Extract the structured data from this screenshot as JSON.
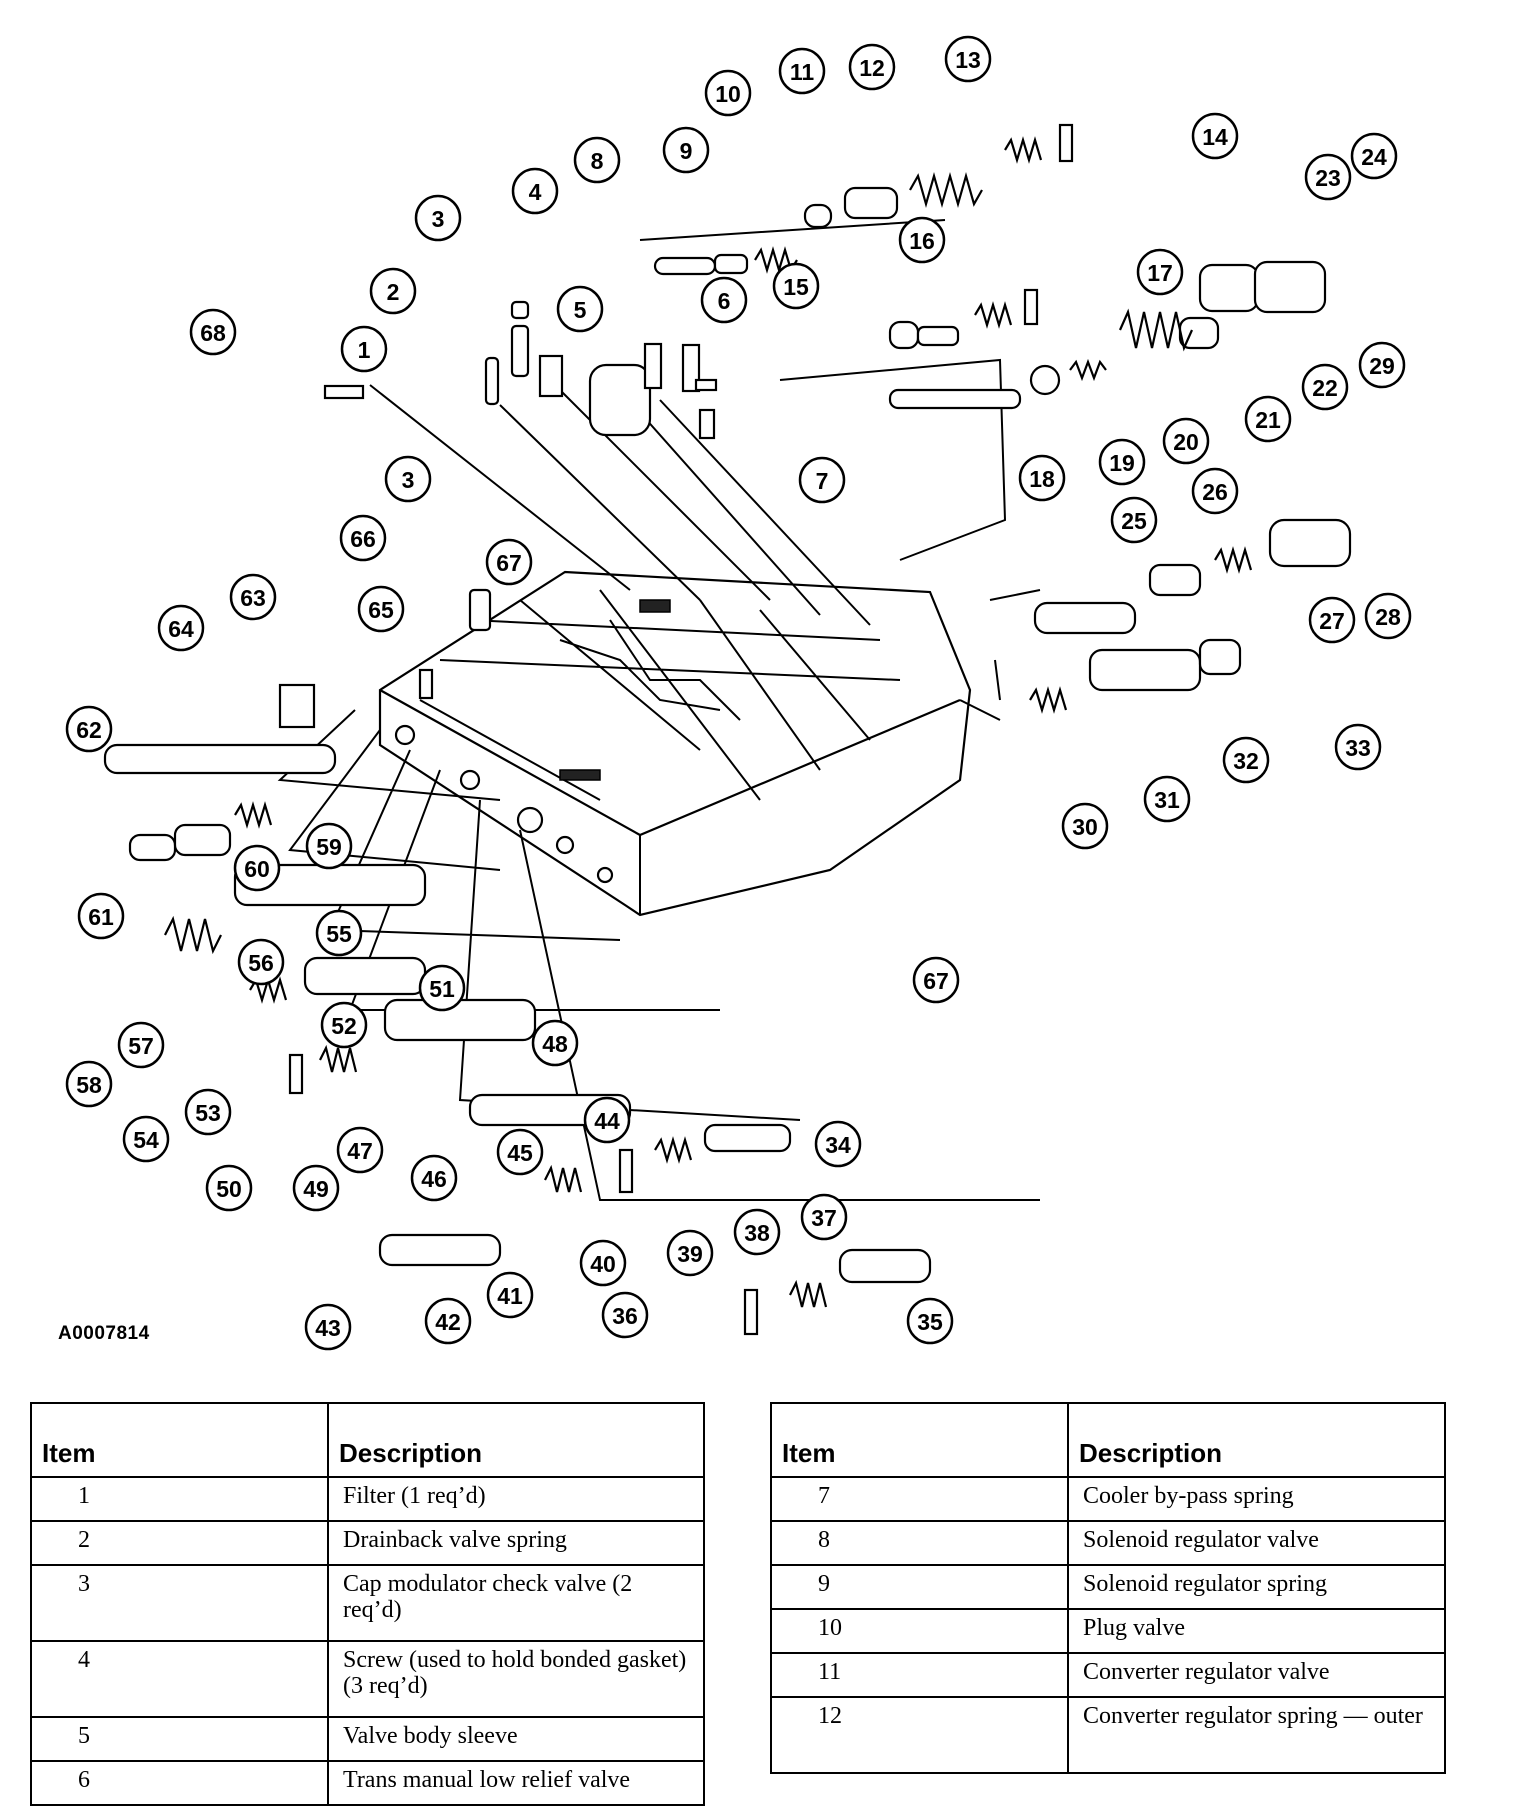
{
  "figure_id": "A0007814",
  "callouts": [
    "1",
    "2",
    "3",
    "4",
    "5",
    "6",
    "7",
    "8",
    "9",
    "10",
    "11",
    "12",
    "13",
    "14",
    "15",
    "16",
    "17",
    "18",
    "19",
    "20",
    "21",
    "22",
    "23",
    "24",
    "25",
    "26",
    "27",
    "28",
    "29",
    "30",
    "31",
    "32",
    "33",
    "34",
    "35",
    "36",
    "37",
    "38",
    "39",
    "40",
    "41",
    "42",
    "43",
    "44",
    "45",
    "46",
    "47",
    "48",
    "49",
    "50",
    "51",
    "52",
    "53",
    "54",
    "55",
    "56",
    "57",
    "58",
    "59",
    "60",
    "61",
    "62",
    "63",
    "64",
    "65",
    "66",
    "67",
    "68"
  ],
  "legend": {
    "header_item": "Item",
    "header_description": "Description",
    "left_rows": [
      {
        "item": "1",
        "description": "Filter (1 req’d)"
      },
      {
        "item": "2",
        "description": "Drainback valve spring"
      },
      {
        "item": "3",
        "description": "Cap modulator check valve (2 req’d)"
      },
      {
        "item": "4",
        "description": "Screw (used to hold bonded gasket) (3 req’d)"
      },
      {
        "item": "5",
        "description": "Valve body sleeve"
      },
      {
        "item": "6",
        "description": "Trans manual low relief valve"
      }
    ],
    "right_rows": [
      {
        "item": "7",
        "description": "Cooler by-pass spring"
      },
      {
        "item": "8",
        "description": "Solenoid regulator valve"
      },
      {
        "item": "9",
        "description": "Solenoid regulator spring"
      },
      {
        "item": "10",
        "description": "Plug valve"
      },
      {
        "item": "11",
        "description": "Converter regulator valve"
      },
      {
        "item": "12",
        "description": "Converter regulator spring — outer"
      }
    ]
  }
}
